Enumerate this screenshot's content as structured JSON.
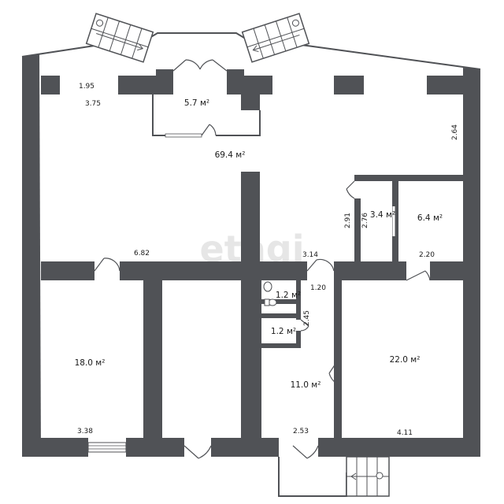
{
  "watermark": "etagi",
  "rooms": {
    "r1": {
      "area": "5.7 м²"
    },
    "r2": {
      "area": "69.4 м²"
    },
    "r3": {
      "area": "3.4 м²"
    },
    "r4": {
      "area": "6.4 м²"
    },
    "r5": {
      "area": "1.2 м²"
    },
    "r6": {
      "area": "1.2 м²"
    },
    "r7": {
      "area": "18.0 м²"
    },
    "r8": {
      "area": "22.0 м²"
    },
    "r9": {
      "area": "11.0 м²"
    }
  },
  "dims": {
    "d1": "1.95",
    "d2": "3.75",
    "d3": "2.64",
    "d4": "2.91",
    "d5": "2.76",
    "d6": "6.82",
    "d7": "3.14",
    "d8": "2.20",
    "d9": "1.20",
    "d10": "2.45",
    "d11": "3.38",
    "d12": "2.53",
    "d13": "4.11"
  }
}
